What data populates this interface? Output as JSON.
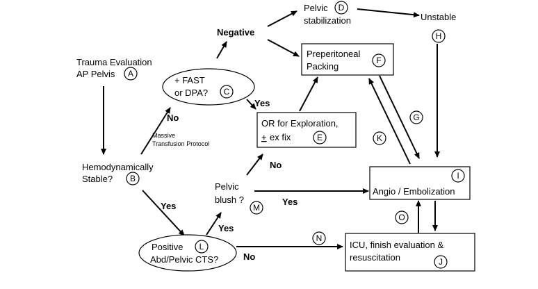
{
  "nodes": {
    "a": {
      "line1": "Trauma Evaluation",
      "line2": "AP Pelvis",
      "letter": "A"
    },
    "b": {
      "line1": "Hemodynamically",
      "line2": "Stable?",
      "letter": "B"
    },
    "c": {
      "line1": "+ FAST",
      "line2": "or DPA?",
      "letter": "C"
    },
    "d": {
      "line1": "Pelvic",
      "line2": "stabilization",
      "letter": "D"
    },
    "e": {
      "line1": "OR for Exploration,",
      "line2": "ex fix",
      "plus_minus": "+",
      "letter": "E"
    },
    "f": {
      "line1": "Preperitoneal",
      "line2": "Packing",
      "letter": "F"
    },
    "h": {
      "label": "Unstable",
      "letter": "H"
    },
    "i": {
      "label": "Angio / Embolization",
      "letter": "I"
    },
    "j": {
      "line1": "ICU, finish evaluation &",
      "line2": "resuscitation",
      "letter": "J"
    },
    "l": {
      "line1": "Positive",
      "line2": "Abd/Pelvic CTS?",
      "letter": "L"
    },
    "m": {
      "line1": "Pelvic",
      "line2": "blush ?",
      "letter": "M"
    }
  },
  "edge_labels": {
    "negative": "Negative",
    "yes_c": "Yes",
    "no_b": "No",
    "massive_1": "Massive",
    "massive_2": "Transfusion Protocol",
    "yes_b": "Yes",
    "no_e": "No",
    "yes_m": "Yes",
    "yes_l": "Yes",
    "no_l": "No"
  },
  "edge_letters": {
    "g": "G",
    "k": "K",
    "n": "N",
    "o": "O"
  }
}
